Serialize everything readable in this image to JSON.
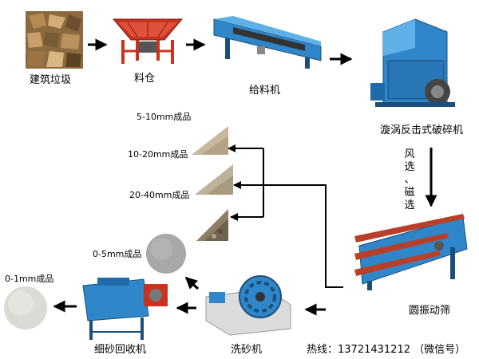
{
  "nodes": {
    "waste": {
      "label": "建筑垃圾"
    },
    "hopper": {
      "label": "料仓"
    },
    "feeder": {
      "label": "给料机"
    },
    "impact_crusher": {
      "label": "漩涡反击式破碎机"
    },
    "vibrating_screen": {
      "label": "圆振动筛"
    },
    "sand_washer": {
      "label": "洗砂机"
    },
    "fine_sand_recycler": {
      "label": "细砂回收机"
    }
  },
  "products": {
    "p5_10": {
      "label": "5-10mm成品"
    },
    "p10_20": {
      "label": "10-20mm成品"
    },
    "p20_40": {
      "label": "20-40mm成品"
    },
    "p0_5": {
      "label": "0-5mm成品"
    },
    "p0_1": {
      "label": "0-1mm成品"
    }
  },
  "side_note": {
    "chars": [
      "风",
      "选",
      "、",
      "磁",
      "选"
    ]
  },
  "hotline": {
    "text": "热线：13721431212 （微信号）"
  },
  "colors": {
    "machine_blue": "#2f86c9",
    "hopper_red": "#c8331f",
    "screen_red": "#b8402a",
    "arrow": "#000000"
  }
}
